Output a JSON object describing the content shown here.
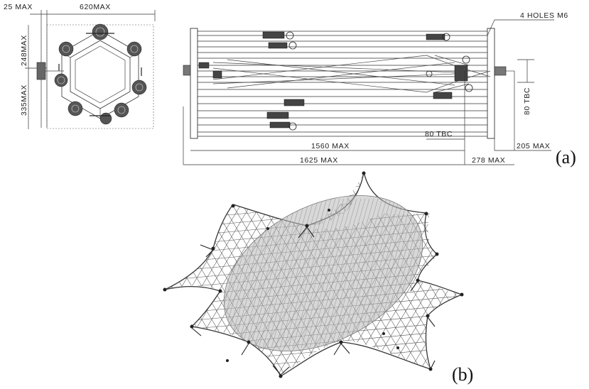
{
  "panel_a": {
    "label": "(a)",
    "end_view": {
      "dim_top_left": "25 MAX",
      "dim_top_right": "620MAX",
      "dim_left_upper": "248MAX",
      "dim_left_lower": "335MAX"
    },
    "side_view": {
      "holes_note": "4 HOLES M6",
      "dim_right_vertical": "80 TBC",
      "dim_inner_offset": "80 TBC",
      "dim_length_1": "1560 MAX",
      "dim_length_2": "1625 MAX",
      "dim_end_1": "205 MAX",
      "dim_end_2": "278 MAX"
    }
  },
  "panel_b": {
    "label": "(b)"
  }
}
